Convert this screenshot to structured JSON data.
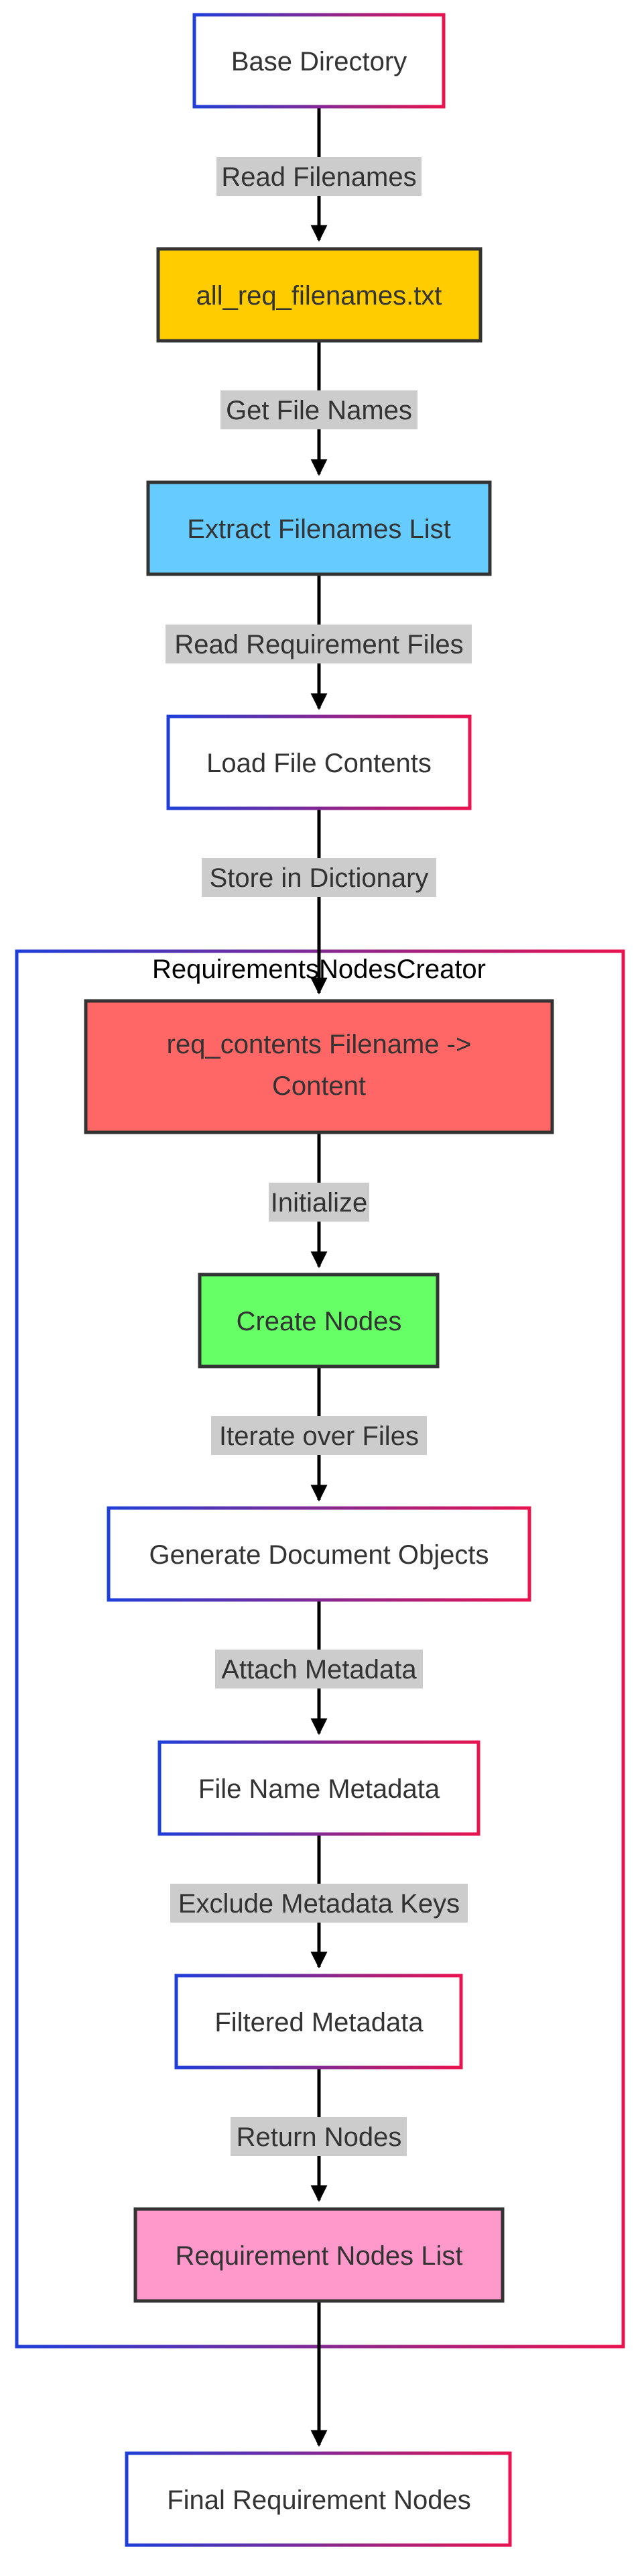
{
  "colors": {
    "gradient_start": "#1f3fd8",
    "gradient_end": "#e8134f",
    "yellow_fill": "#ffcc00",
    "blue_fill": "#66ccff",
    "red_fill": "#ff6666",
    "green_fill": "#66ff66",
    "pink_fill": "#ff99cc",
    "edge_label_bg": "#cccccc",
    "dark_stroke": "#333333"
  },
  "cluster": {
    "title": "RequirementsNodesCreator"
  },
  "nodes": {
    "base_directory": "Base Directory",
    "all_req_filenames": "all_req_filenames.txt",
    "extract_filenames_list": "Extract Filenames List",
    "load_file_contents": "Load File Contents",
    "req_contents_line1": "req_contents Filename ->",
    "req_contents_line2": "Content",
    "create_nodes": "Create Nodes",
    "generate_document_objects": "Generate Document Objects",
    "file_name_metadata": "File Name Metadata",
    "filtered_metadata": "Filtered Metadata",
    "requirement_nodes_list": "Requirement Nodes List",
    "final_requirement_nodes": "Final Requirement Nodes"
  },
  "edges": {
    "read_filenames": "Read Filenames",
    "get_file_names": "Get File Names",
    "read_requirement_files": "Read Requirement Files",
    "store_in_dictionary": "Store in Dictionary",
    "initialize": "Initialize",
    "iterate_over_files": "Iterate over Files",
    "attach_metadata": "Attach Metadata",
    "exclude_metadata_keys": "Exclude Metadata Keys",
    "return_nodes": "Return Nodes"
  }
}
